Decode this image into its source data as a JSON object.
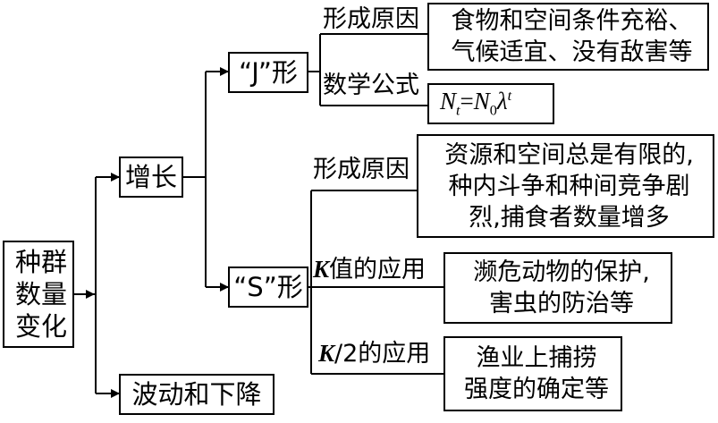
{
  "root": {
    "lines": [
      "种群",
      "数量",
      "变化"
    ]
  },
  "growth": {
    "label": "增长"
  },
  "fluctuation": {
    "label": "波动和下降"
  },
  "j_curve": {
    "label": "“J”形",
    "cause_label": "形成原因",
    "cause_lines": [
      "食物和空间条件充裕、",
      "气候适宜、没有敌害等"
    ],
    "formula_label": "数学公式",
    "formula": {
      "n": "N",
      "n_sub": "t",
      "eq": "=",
      "n0": "N",
      "n0_sub": "0",
      "lambda": "λ",
      "lambda_sup": "t"
    }
  },
  "s_curve": {
    "label": "“S”形",
    "cause_label": "形成原因",
    "cause_lines": [
      "资源和空间总是有限的,",
      "种内斗争和种间竞争剧",
      "烈,捕食者数量增多"
    ],
    "k_label": {
      "k": "K",
      "rest": "值的应用"
    },
    "k_lines": [
      "濒危动物的保护,",
      "害虫的防治等"
    ],
    "k2_label": {
      "k": "K",
      "rest": "/2的应用"
    },
    "k2_lines": [
      "渔业上捕捞",
      "强度的确定等"
    ]
  }
}
